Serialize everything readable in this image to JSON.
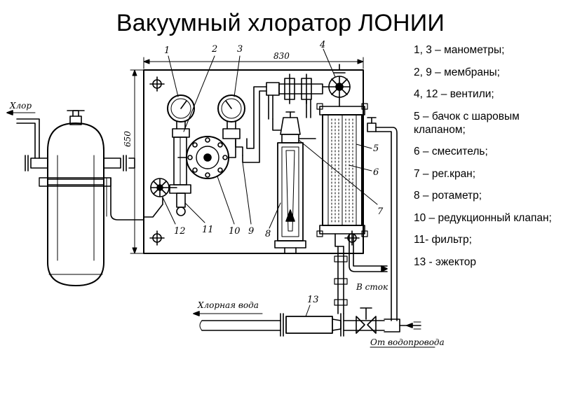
{
  "title": "Вакуумный хлоратор ЛОНИИ",
  "legend": [
    "1, 3 – манометры;",
    "2, 9 – мембраны;",
    "4, 12 – вентили;",
    "5 – бачок с шаровым клапаном;",
    "6 – смеситель;",
    "7 – рег.кран;",
    "8 – ротаметр;",
    "10 – редукционный клапан;",
    "11- фильтр;",
    "13 - эжектор"
  ],
  "drawing": {
    "dim_width": "830",
    "dim_height": "650",
    "chlorine_label": "Хлор",
    "chlorine_water_label": "Хлорная вода",
    "drain_label": "В сток",
    "water_supply_label": "От водопровода",
    "callouts": [
      "1",
      "2",
      "3",
      "4",
      "5",
      "6",
      "7",
      "8",
      "9",
      "10",
      "11",
      "12",
      "13"
    ]
  }
}
